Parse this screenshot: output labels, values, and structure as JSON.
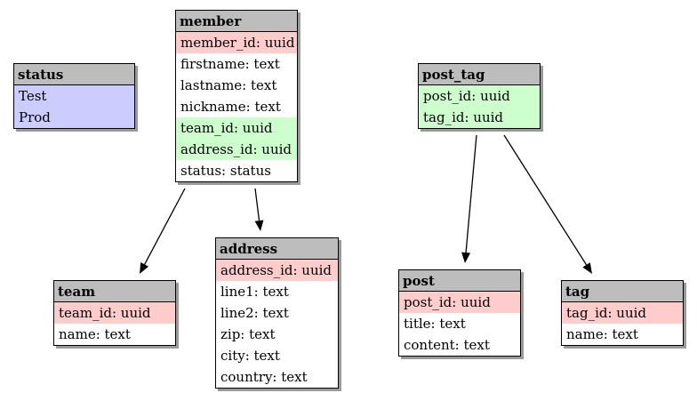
{
  "tables": {
    "status": {
      "name": "status",
      "rows": [
        {
          "text": "Test",
          "kind": "enum"
        },
        {
          "text": "Prod",
          "kind": "enum"
        }
      ]
    },
    "member": {
      "name": "member",
      "rows": [
        {
          "text": "member_id: uuid",
          "kind": "pk"
        },
        {
          "text": "firstname: text",
          "kind": "plain"
        },
        {
          "text": "lastname: text",
          "kind": "plain"
        },
        {
          "text": "nickname: text",
          "kind": "plain"
        },
        {
          "text": "team_id: uuid",
          "kind": "fk"
        },
        {
          "text": "address_id: uuid",
          "kind": "fk"
        },
        {
          "text": "status: status",
          "kind": "plain"
        }
      ]
    },
    "post_tag": {
      "name": "post_tag",
      "rows": [
        {
          "text": "post_id: uuid",
          "kind": "fk"
        },
        {
          "text": "tag_id: uuid",
          "kind": "fk"
        }
      ]
    },
    "team": {
      "name": "team",
      "rows": [
        {
          "text": "team_id: uuid",
          "kind": "pk"
        },
        {
          "text": "name: text",
          "kind": "plain"
        }
      ]
    },
    "address": {
      "name": "address",
      "rows": [
        {
          "text": "address_id: uuid",
          "kind": "pk"
        },
        {
          "text": "line1: text",
          "kind": "plain"
        },
        {
          "text": "line2: text",
          "kind": "plain"
        },
        {
          "text": "zip: text",
          "kind": "plain"
        },
        {
          "text": "city: text",
          "kind": "plain"
        },
        {
          "text": "country: text",
          "kind": "plain"
        }
      ]
    },
    "post": {
      "name": "post",
      "rows": [
        {
          "text": "post_id: uuid",
          "kind": "pk"
        },
        {
          "text": "title: text",
          "kind": "plain"
        },
        {
          "text": "content: text",
          "kind": "plain"
        }
      ]
    },
    "tag": {
      "name": "tag",
      "rows": [
        {
          "text": "tag_id: uuid",
          "kind": "pk"
        },
        {
          "text": "name: text",
          "kind": "plain"
        }
      ]
    }
  },
  "relations": [
    {
      "from": "member",
      "to": "team"
    },
    {
      "from": "member",
      "to": "address"
    },
    {
      "from": "post_tag",
      "to": "post"
    },
    {
      "from": "post_tag",
      "to": "tag"
    }
  ],
  "colors": {
    "header": "#bdbdbd",
    "primary_key": "#ffcccc",
    "foreign_key": "#ccffcc",
    "enum_value": "#ccccff",
    "edge": "#000000"
  }
}
